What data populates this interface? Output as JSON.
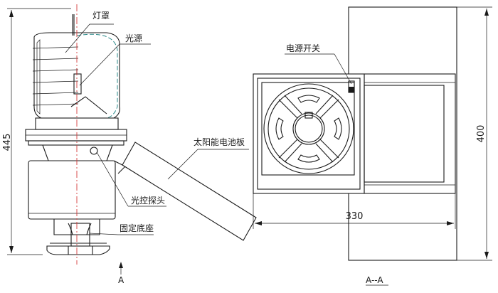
{
  "labels": {
    "lamp_cover": "灯罩",
    "light_source": "光源",
    "solar_panel": "太阳能电池板",
    "light_sensor": "光控探头",
    "fixed_base": "固定底座",
    "power_switch": "电源开关",
    "view_marker": "A",
    "section_title": "A--A"
  },
  "dimensions": {
    "overall_height": "445",
    "section_width": "330",
    "section_height": "400"
  }
}
